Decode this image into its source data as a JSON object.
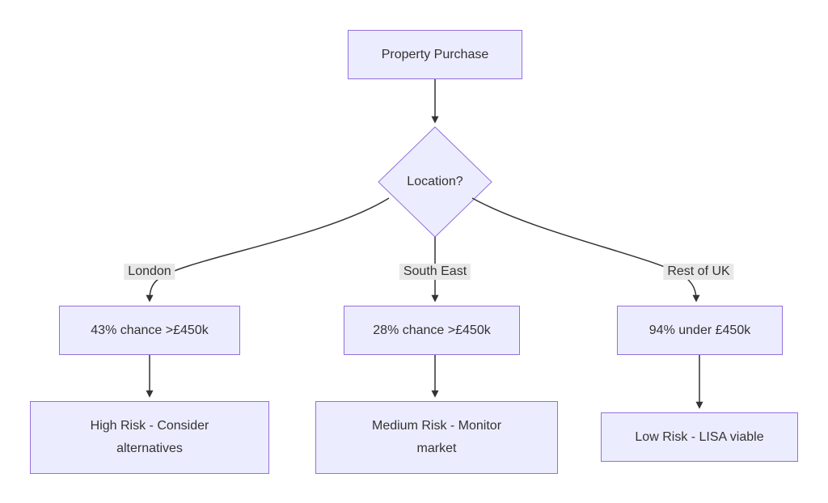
{
  "diagram": {
    "type": "flowchart-top-down",
    "root": {
      "label": "Property Purchase"
    },
    "decision": {
      "label": "Location?"
    },
    "branches": [
      {
        "edge_label": "London",
        "chance": "43% chance >£450k",
        "outcome": "High Risk - Consider alternatives"
      },
      {
        "edge_label": "South East",
        "chance": "28% chance >£450k",
        "outcome": "Medium Risk - Monitor market"
      },
      {
        "edge_label": "Rest of UK",
        "chance": "94% under £450k",
        "outcome": "Low Risk - LISA viable"
      }
    ],
    "colors": {
      "node_fill": "#ECECFF",
      "node_border": "#9370DB",
      "edge_stroke": "#333333",
      "text": "#333333",
      "edge_label_bg": "#e8e8e8",
      "background": "#ffffff"
    }
  }
}
